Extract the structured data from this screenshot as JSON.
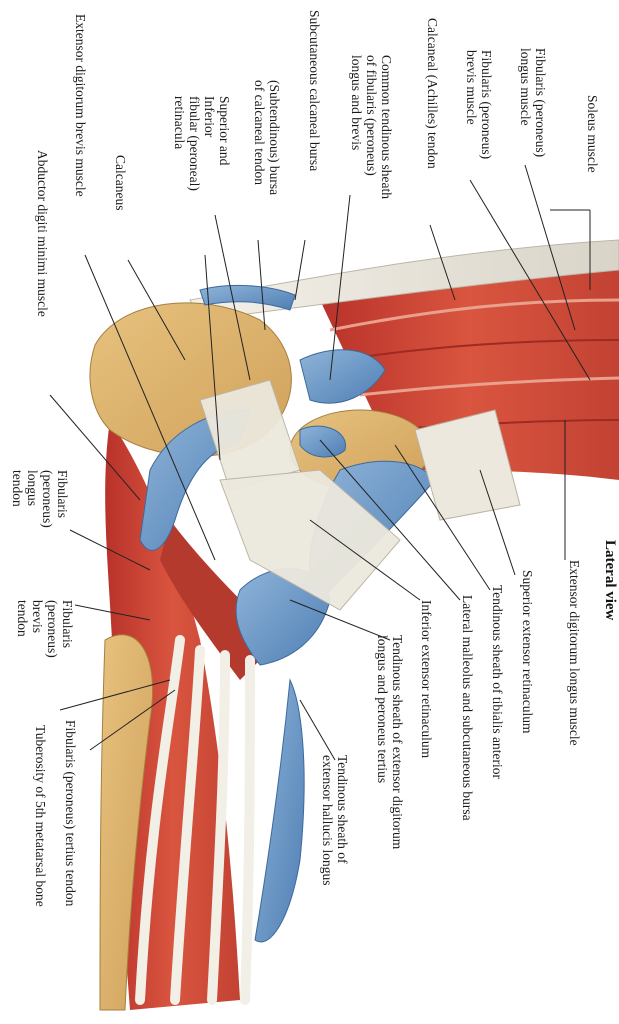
{
  "view_title": "Lateral view",
  "labels_left": {
    "extensor_digitorum_brevis": "Extensor digitorum brevis muscle",
    "abductor_digiti_minimi": "Abductor digiti minimi muscle",
    "calcaneus": "Calcaneus",
    "fibular_retinacula": [
      "Superior and",
      "Inferior",
      "fibular (peroneal)",
      "retinacula"
    ],
    "subtendinous_bursa": [
      "(Subtendinous) bursa",
      "of calcaneal tendon"
    ],
    "subcutaneous_calcaneal_bursa": "Subcutaneous calcaneal bursa",
    "common_tendinous_sheath": [
      "Common tendinous sheath",
      "of fibularis (peroneus)",
      "longus and brevis"
    ],
    "calcaneal_tendon": "Calcaneal (Achilles) tendon",
    "fibularis_brevis_muscle": [
      "Fibularis (peroneus)",
      "brevis muscle"
    ],
    "fibularis_longus_muscle": [
      "Fibularis (peroneus)",
      "longus muscle"
    ],
    "soleus": "Soleus muscle",
    "fibularis_longus_tendon": [
      "Fibularis",
      "(peroneus)",
      "longus",
      "tendon"
    ],
    "fibularis_brevis_tendon": [
      "Fibularis",
      "(peroneus)",
      "brevis",
      "tendon"
    ]
  },
  "labels_right": {
    "extensor_digitorum_longus_muscle": "Extensor digitorum longus muscle",
    "superior_extensor_retinaculum": "Superior extensor retinaculum",
    "tendinous_sheath_tibialis_anterior": "Tendinous sheath of tibialis anterior",
    "lateral_malleolus_bursa": "Lateral malleolus and subcutaneous bursa",
    "inferior_extensor_retinaculum": "Inferior extensor retinaculum",
    "sheath_extensor_digitorum": [
      "Tendinous sheath of extensor digitorum",
      "longus and peroneus tertius"
    ],
    "sheath_extensor_hallucis": [
      "Tendinous sheath of",
      "extensor hallucis longus"
    ],
    "fibularis_tertius_tendon": "Fibularis (peroneus) tertius tendon",
    "tuberosity_5th_metatarsal": "Tuberosity of 5th metatarsal bone"
  }
}
